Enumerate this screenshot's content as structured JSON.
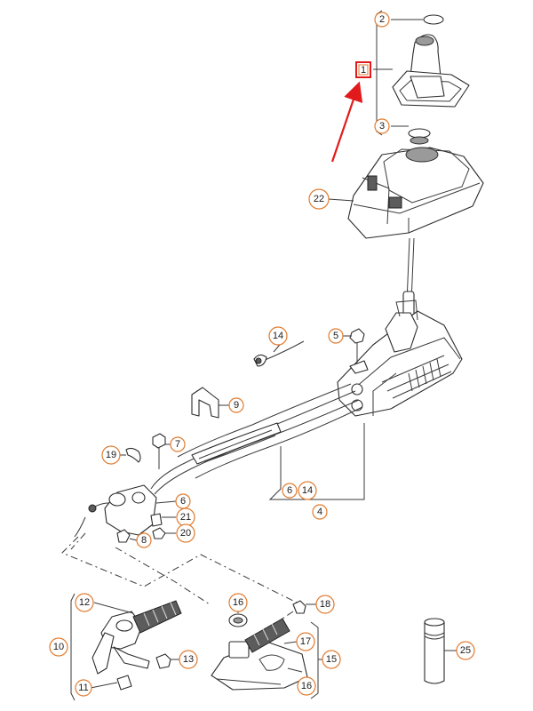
{
  "diagram": {
    "callouts": [
      {
        "id": "c2",
        "label": "2"
      },
      {
        "id": "c1-top",
        "label": "1"
      },
      {
        "id": "c3",
        "label": "3"
      },
      {
        "id": "c22",
        "label": "22"
      },
      {
        "id": "c14a",
        "label": "14"
      },
      {
        "id": "c5",
        "label": "5"
      },
      {
        "id": "c9",
        "label": "9"
      },
      {
        "id": "c7",
        "label": "7"
      },
      {
        "id": "c19",
        "label": "19"
      },
      {
        "id": "c6a",
        "label": "6"
      },
      {
        "id": "c21",
        "label": "21"
      },
      {
        "id": "c20",
        "label": "20"
      },
      {
        "id": "c8",
        "label": "8"
      },
      {
        "id": "c6b",
        "label": "6"
      },
      {
        "id": "c14b",
        "label": "14"
      },
      {
        "id": "c4",
        "label": "4"
      },
      {
        "id": "c12",
        "label": "12"
      },
      {
        "id": "c10",
        "label": "10"
      },
      {
        "id": "c13",
        "label": "13"
      },
      {
        "id": "c11",
        "label": "11"
      },
      {
        "id": "c16a",
        "label": "16"
      },
      {
        "id": "c18",
        "label": "18"
      },
      {
        "id": "c17",
        "label": "17"
      },
      {
        "id": "c15",
        "label": "15"
      },
      {
        "id": "c16b",
        "label": "16"
      },
      {
        "id": "c25",
        "label": "25"
      }
    ],
    "highlight": {
      "label": "1",
      "color": "#e11b1b"
    },
    "colors": {
      "callout_ring": "#e07a2e",
      "arrow": "#e11b1b"
    }
  }
}
